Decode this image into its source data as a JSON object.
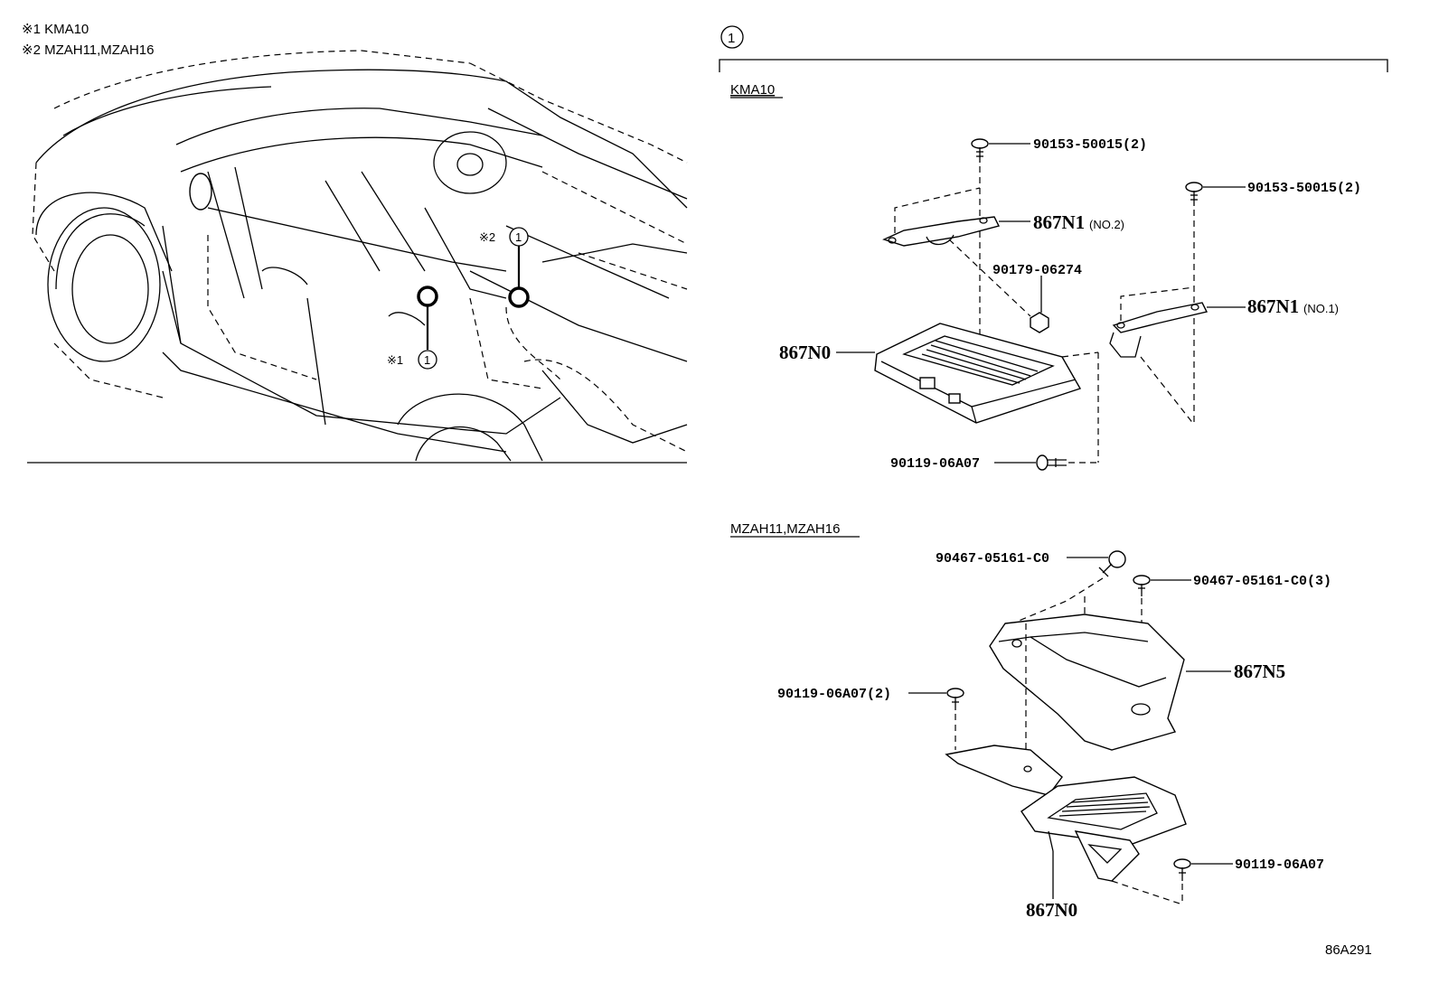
{
  "legend": {
    "note1": "※1 KMA10",
    "note2": "※2 MZAH11,MZAH16"
  },
  "car_callouts": {
    "callout1_mark": "※1",
    "callout2_mark": "※2",
    "circle_number": "1"
  },
  "detail": {
    "header_number": "1",
    "section_kma10": "KMA10",
    "section_mzah": "MZAH11,MZAH16"
  },
  "kma10_parts": {
    "bolt_top_left": "90153-50015(2)",
    "bolt_top_right": "90153-50015(2)",
    "bracket_no2": "867N1",
    "bracket_no2_suffix": "(NO.2)",
    "nut": "90179-06274",
    "bracket_no1": "867N1",
    "bracket_no1_suffix": "(NO.1)",
    "module": "867N0",
    "bolt_bottom": "90119-06A07"
  },
  "mzah_parts": {
    "clip_top": "90467-05161-C0",
    "clip_right": "90467-05161-C0(3)",
    "cover": "867N5",
    "bolt_left": "90119-06A07(2)",
    "bolt_right": "90119-06A07",
    "module": "867N0"
  },
  "diagram_id": "86A291"
}
